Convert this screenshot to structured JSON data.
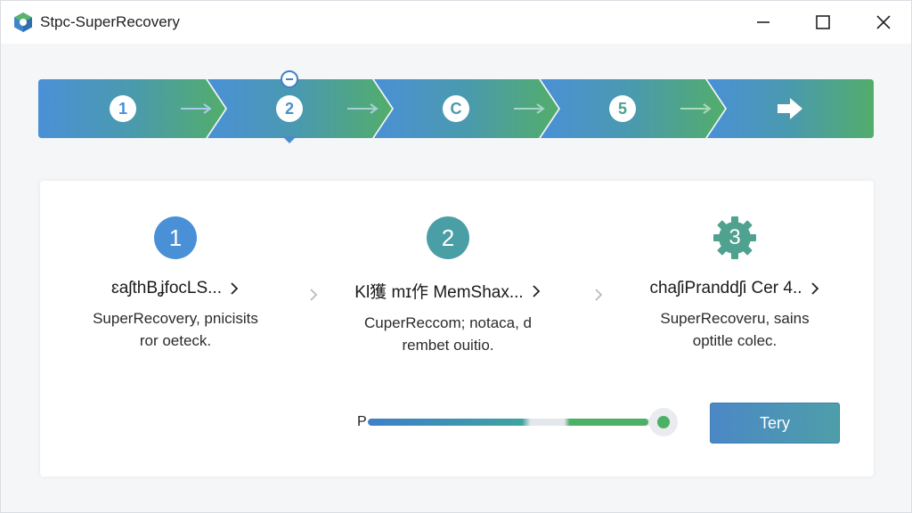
{
  "window": {
    "title": "Stpc-SuperRecovery",
    "controls": {
      "minimize": "minimize-icon",
      "maximize": "maximize-icon",
      "close": "close-icon"
    }
  },
  "stepper": {
    "steps": [
      {
        "label": "1",
        "color": "#4a90d6"
      },
      {
        "label": "2",
        "color": "#4a8fc8"
      },
      {
        "label": "C",
        "color": "#4a9aae"
      },
      {
        "label": "5",
        "color": "#4ca28c"
      },
      {
        "label": "→",
        "color": "#4fae6c"
      }
    ],
    "active_index": 1
  },
  "panels": [
    {
      "number": "1",
      "title": "ɛaʃthBʝfocLS...",
      "desc_line1": "SuperRecovery, pnicisits",
      "desc_line2": "ror oeteck."
    },
    {
      "number": "2",
      "title": "Kl獲 mɪ作 MemShax...",
      "desc_line1": "CuperReccom; notaca, d",
      "desc_line2": "rembet ouitio."
    },
    {
      "number": "3",
      "title": "chaʃiPranddʃi Cer 4..",
      "desc_line1": "SuperRecoveru, sains",
      "desc_line2": "optitle colec."
    }
  ],
  "progress": {
    "label": "P",
    "value": 0.95
  },
  "actions": {
    "retry_label": "Tery"
  },
  "colors": {
    "accent_blue": "#4a90d6",
    "accent_teal": "#4a9ea5",
    "accent_green": "#4cb067"
  }
}
